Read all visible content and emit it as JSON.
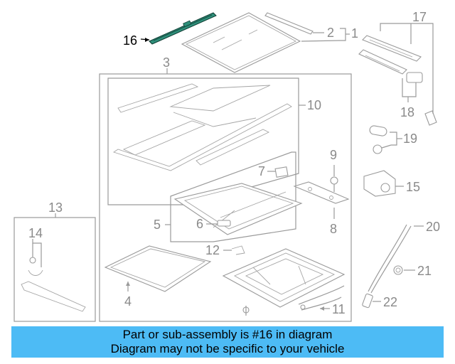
{
  "diagram": {
    "callouts": [
      {
        "id": "1",
        "label": "1"
      },
      {
        "id": "2",
        "label": "2"
      },
      {
        "id": "3",
        "label": "3"
      },
      {
        "id": "4",
        "label": "4"
      },
      {
        "id": "5",
        "label": "5"
      },
      {
        "id": "6",
        "label": "6"
      },
      {
        "id": "7",
        "label": "7"
      },
      {
        "id": "8",
        "label": "8"
      },
      {
        "id": "9",
        "label": "9"
      },
      {
        "id": "10",
        "label": "10"
      },
      {
        "id": "11",
        "label": "11"
      },
      {
        "id": "12",
        "label": "12"
      },
      {
        "id": "13",
        "label": "13"
      },
      {
        "id": "14",
        "label": "14"
      },
      {
        "id": "15",
        "label": "15"
      },
      {
        "id": "16",
        "label": "16"
      },
      {
        "id": "17",
        "label": "17"
      },
      {
        "id": "18",
        "label": "18"
      },
      {
        "id": "19",
        "label": "19"
      },
      {
        "id": "20",
        "label": "20"
      },
      {
        "id": "21",
        "label": "21"
      },
      {
        "id": "22",
        "label": "22"
      }
    ],
    "highlighted_part": "16",
    "highlight_color": "#2f8f7a",
    "line_color": "#9a9a9a"
  },
  "banner": {
    "line1": "Part or sub-assembly is #16 in diagram",
    "line2": "Diagram may not be specific to your vehicle",
    "background": "#4dbbf5"
  }
}
